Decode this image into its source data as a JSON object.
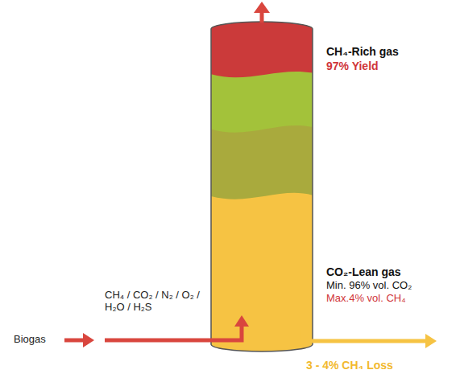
{
  "diagram": {
    "labels": [
      "CH₄-Rich gas",
      "97% Yield",
      "CO₂-Lean gas",
      "Min. 96% vol. CO₂",
      "Max.4% vol. CH₄",
      "CH₄ / CO₂ / N₂ / O₂ / H₂O / H₂S",
      "Biogas",
      "3 - 4% CH₄ Loss"
    ]
  }
}
